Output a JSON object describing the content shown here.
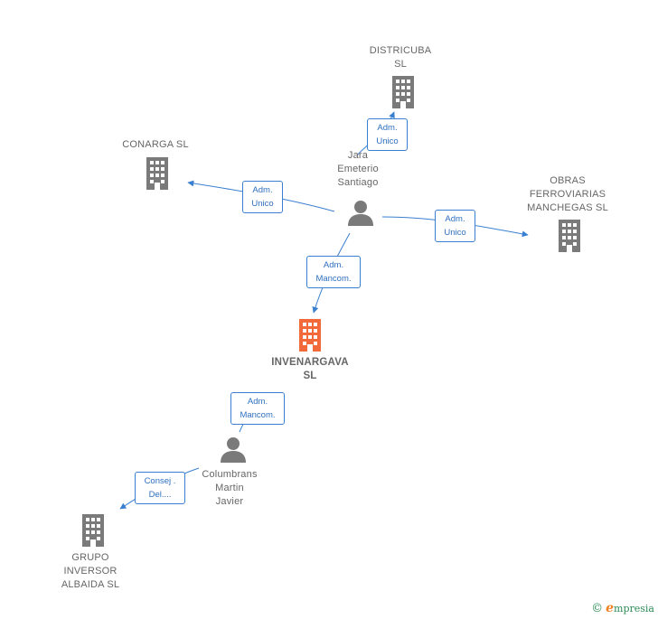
{
  "colors": {
    "edge": "#3a7fd0",
    "icon_gray": "#7a7a7a",
    "icon_main": "#f26a3a",
    "label_gray": "#666666"
  },
  "nodes": {
    "districuba": {
      "label": "DISTRICUBA\nSL",
      "icon": "building-icon"
    },
    "conarga": {
      "label": "CONARGA  SL",
      "icon": "building-icon"
    },
    "obras": {
      "label": "OBRAS\nFERROVIARIAS\nMANCHEGAS SL",
      "icon": "building-icon"
    },
    "jara": {
      "label": "Jara\nEmeterio\nSantiago",
      "icon": "person-icon"
    },
    "invenargava": {
      "label": "INVENARGAVA\nSL",
      "icon": "building-icon"
    },
    "columbrans": {
      "label": "Columbrans\nMartin\nJavier",
      "icon": "person-icon"
    },
    "grupo": {
      "label": "GRUPO\nINVERSOR\nALBAIDA SL",
      "icon": "building-icon"
    }
  },
  "edges": {
    "jara_districuba": "Adm.\nUnico",
    "jara_conarga": "Adm.\nUnico",
    "jara_obras": "Adm.\nUnico",
    "jara_invenargava": "Adm.\nMancom.",
    "columbrans_invenargava": "Adm.\nMancom.",
    "columbrans_grupo": "Consej .\nDel...."
  },
  "footer": {
    "copyright": "©",
    "brand_initial": "e",
    "brand_rest": "mpresia"
  }
}
